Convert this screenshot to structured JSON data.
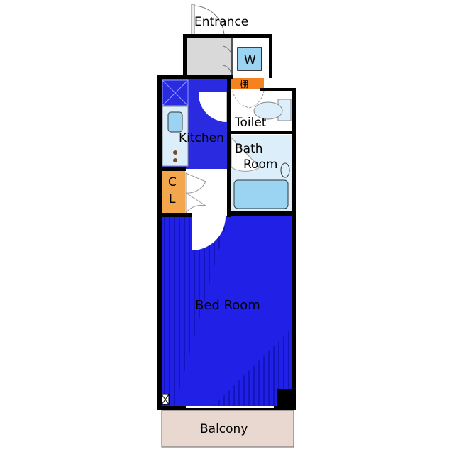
{
  "rooms": {
    "entrance": "Entrance",
    "washer": "W",
    "shelf": "棚",
    "toilet": "Toilet",
    "kitchen": "Kitchen",
    "bath_line1": "Bath",
    "bath_line2": "Room",
    "closet_line1": "C",
    "closet_line2": "L",
    "bedroom": "Bed Room",
    "balcony": "Balcony"
  },
  "colors": {
    "wall": "#000000",
    "bedroom_floor": "#2020e6",
    "kitchen_floor": "#2a2ae0",
    "wet_area": "#dceefa",
    "fixture": "#9ad4f2",
    "closet": "#f3a64b",
    "shelf": "#f58220",
    "entrance_floor": "#d9d9d9",
    "balcony_floor": "#e8d8d0"
  }
}
